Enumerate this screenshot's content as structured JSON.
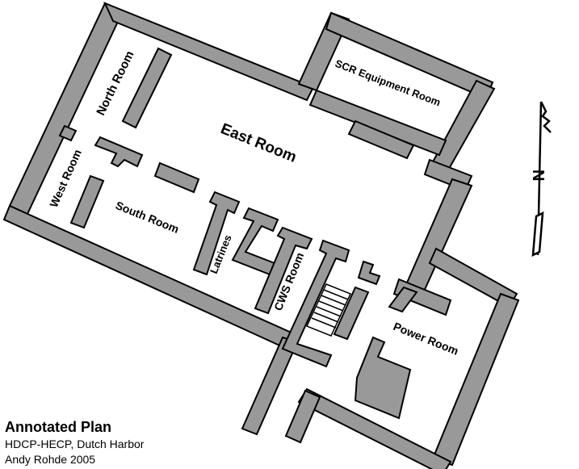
{
  "colors": {
    "wall": "#999999",
    "outline": "#000000",
    "background": "#ffffff"
  },
  "rooms": {
    "north": "North Room",
    "east": "East Room",
    "scr": "SCR Equipment  Room",
    "west": "West Room",
    "south": "South Room",
    "latrines": "Latrines",
    "cws": "CWS Room",
    "power": "Power Room"
  },
  "north_arrow": {
    "letter": "N",
    "icon": "north-arrow-icon"
  },
  "caption": {
    "title": "Annotated Plan",
    "line1": "HDCP-HECP, Dutch Harbor",
    "line2": "Andy Rohde 2005"
  }
}
